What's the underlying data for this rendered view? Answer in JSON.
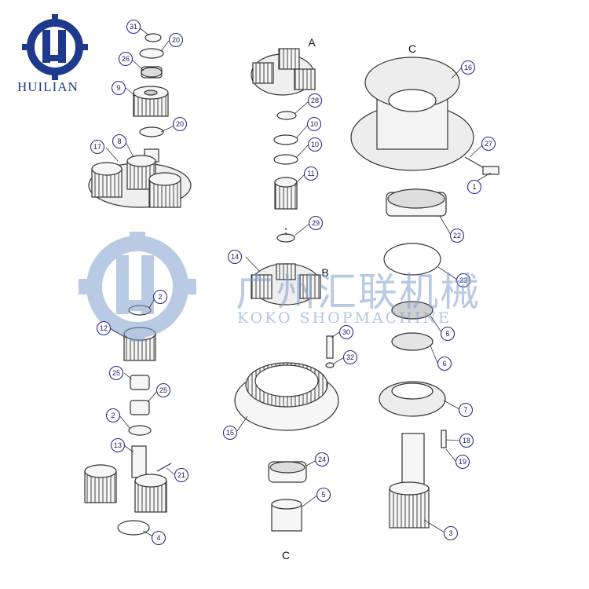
{
  "brand": {
    "name": "HUILIAN",
    "logo_mark": "LH-gear-logo",
    "color": "#1f3a8c"
  },
  "watermark": {
    "chinese": "广州汇联机械",
    "english": "KOKO SHOPMACHINE",
    "color": "#7fa0cf"
  },
  "assemblies": [
    "A",
    "B",
    "C",
    "C"
  ],
  "callouts": [
    {
      "n": "31"
    },
    {
      "n": "20"
    },
    {
      "n": "26"
    },
    {
      "n": "9"
    },
    {
      "n": "20"
    },
    {
      "n": "17"
    },
    {
      "n": "8"
    },
    {
      "n": "2"
    },
    {
      "n": "12"
    },
    {
      "n": "25"
    },
    {
      "n": "25"
    },
    {
      "n": "2"
    },
    {
      "n": "13"
    },
    {
      "n": "21"
    },
    {
      "n": "4"
    },
    {
      "n": "28"
    },
    {
      "n": "10"
    },
    {
      "n": "10"
    },
    {
      "n": "11"
    },
    {
      "n": "29"
    },
    {
      "n": "14"
    },
    {
      "n": "30"
    },
    {
      "n": "32"
    },
    {
      "n": "15"
    },
    {
      "n": "24"
    },
    {
      "n": "5"
    },
    {
      "n": "16"
    },
    {
      "n": "27"
    },
    {
      "n": "1"
    },
    {
      "n": "22"
    },
    {
      "n": "23"
    },
    {
      "n": "6"
    },
    {
      "n": "6"
    },
    {
      "n": "7"
    },
    {
      "n": "18"
    },
    {
      "n": "19"
    },
    {
      "n": "3"
    }
  ]
}
